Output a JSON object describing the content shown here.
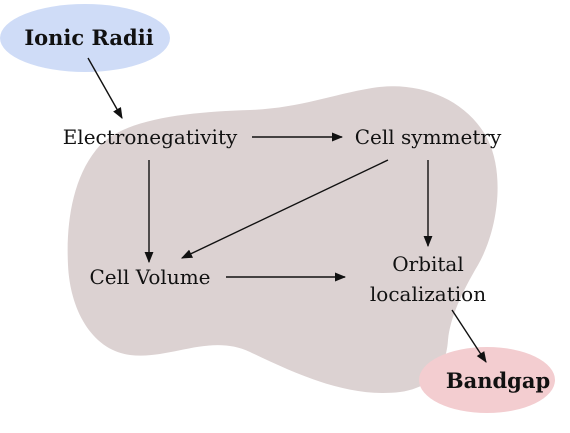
{
  "colors": {
    "blob": "#dcd2d2",
    "ionic_radii_bubble": "#cfdcf7",
    "bandgap_bubble": "#f3cdd0",
    "arrows": "#111111",
    "text": "#111111"
  },
  "nodes": {
    "ionic_radii": "Ionic Radii",
    "electronegativity": "Electronegativity",
    "cell_symmetry": "Cell symmetry",
    "cell_volume": "Cell Volume",
    "orbital_localization_line1": "Orbital",
    "orbital_localization_line2": "localization",
    "bandgap": "Bandgap"
  },
  "edges": [
    {
      "from": "Ionic Radii",
      "to": "Electronegativity"
    },
    {
      "from": "Electronegativity",
      "to": "Cell symmetry"
    },
    {
      "from": "Electronegativity",
      "to": "Cell Volume"
    },
    {
      "from": "Cell symmetry",
      "to": "Cell Volume"
    },
    {
      "from": "Cell symmetry",
      "to": "Orbital localization"
    },
    {
      "from": "Cell Volume",
      "to": "Orbital localization"
    },
    {
      "from": "Orbital localization",
      "to": "Bandgap"
    }
  ]
}
